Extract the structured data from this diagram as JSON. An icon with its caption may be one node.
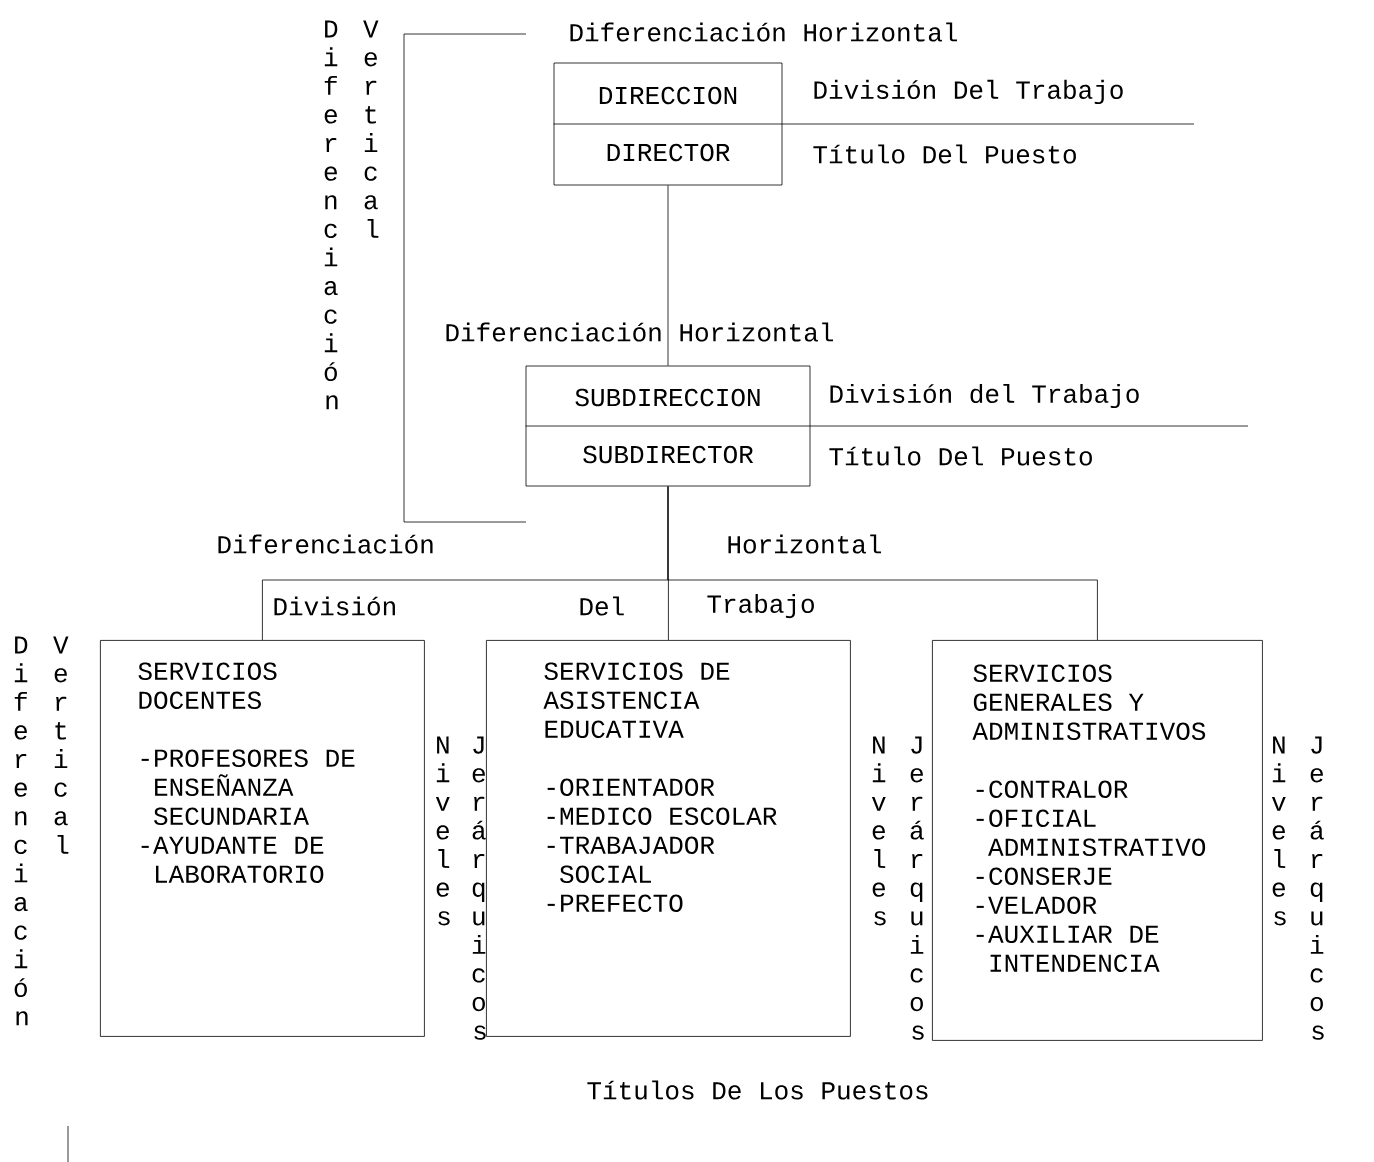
{
  "diagram": {
    "nodes": [
      {
        "text": [
          "DIRECCION",
          "DIRECTOR"
        ],
        "beside": [
          "División Del Trabajo",
          "Título Del Puesto"
        ]
      },
      {
        "text": [
          "SUBDIRECCION",
          "SUBDIRECTOR"
        ],
        "beside": [
          "División del Trabajo",
          "Título Del Puesto"
        ]
      },
      {
        "text": [
          "SERVICIOS DOCENTES",
          "-PROFESORES DE ENSEÑANZA SECUNDARIA",
          "-AYUDANTE DE LABORATORIO"
        ]
      },
      {
        "text": [
          "SERVICIOS DE ASISTENCIA EDUCATIVA",
          "-ORIENTADOR",
          "-MEDICO ESCOLAR",
          "-TRABAJADOR SOCIAL",
          "-PREFECTO"
        ]
      },
      {
        "text": [
          "SERVICIOS GENERALES Y ADMINISTRATIVOS",
          "-CONTRALOR",
          "-OFICIAL ADMINISTRATIVO",
          "-CONSERJE",
          "-VELADOR",
          "-AUXILIAR DE INTENDENCIA"
        ]
      }
    ],
    "edges": [
      {
        "from": 0,
        "to": 1,
        "arrow": "none"
      },
      {
        "from": 1,
        "to": 2,
        "arrow": "none"
      },
      {
        "from": 1,
        "to": 3,
        "arrow": "none"
      },
      {
        "from": 1,
        "to": 4,
        "arrow": "none"
      }
    ],
    "labels": [
      "Diferenciación",
      "Vertical",
      "Diferenciación Horizontal",
      "Diferenciación Horizontal",
      "Diferenciación",
      "Horizontal",
      "División",
      "Del",
      "Trabajo",
      "Diferenciación",
      "Vertical",
      "Niveles",
      "Jerárquicos",
      "Niveles",
      "Jerárquicos",
      "Niveles",
      "Jerárquicos",
      "Títulos De Los Puestos"
    ]
  }
}
